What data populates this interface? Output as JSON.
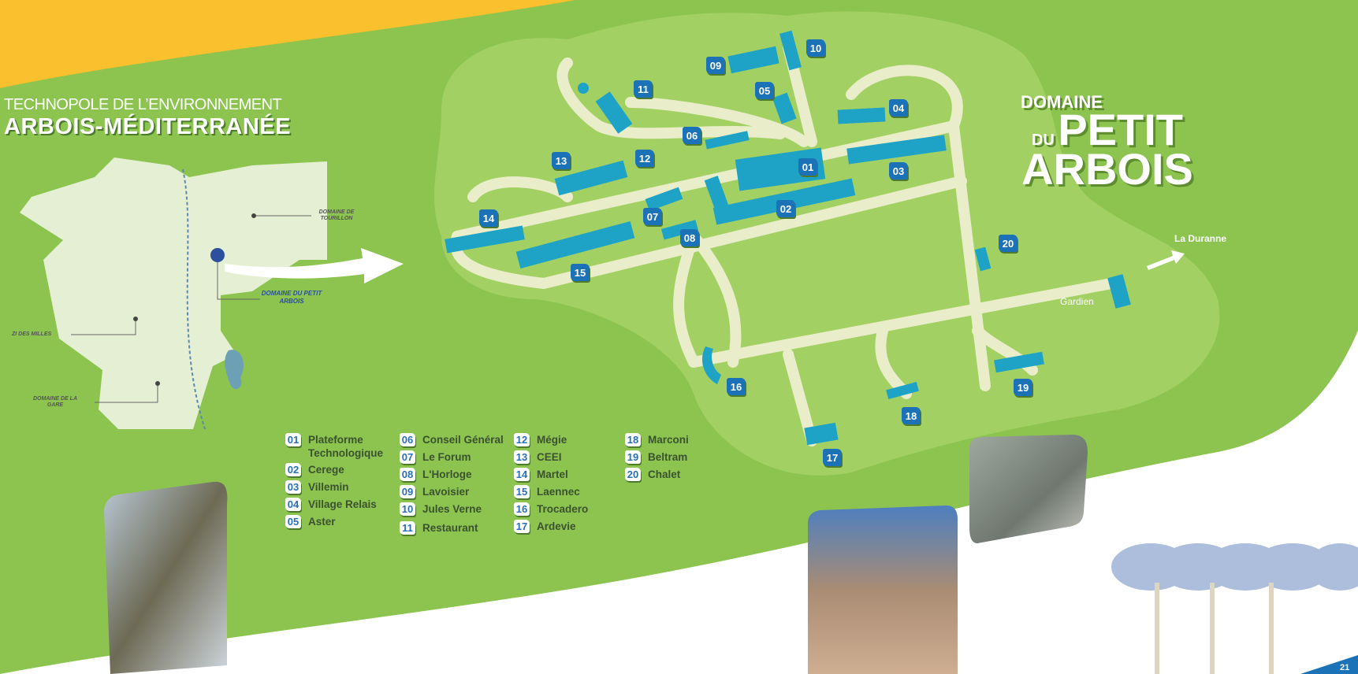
{
  "header": {
    "line1": "TECHNOPOLE DE L’ENVIRONNEMENT",
    "line2": "ARBOIS-MÉDITERRANÉE"
  },
  "domain_title": {
    "line1": "DOMAINE",
    "line2a": "DU",
    "line2b": "PETIT",
    "line3": "ARBOIS"
  },
  "locator_map": {
    "labels": {
      "tourillon": "DOMAINE DE TOURILLON",
      "petit_arbois": "DOMAINE DU PETIT ARBOIS",
      "zi_milles": "ZI DES MILLES",
      "la_gare": "DOMAINE DE LA GARE"
    }
  },
  "map_labels": {
    "la_duranne": "La Duranne",
    "gardien": "Gardien"
  },
  "markers": [
    "01",
    "02",
    "03",
    "04",
    "05",
    "06",
    "07",
    "08",
    "09",
    "10",
    "11",
    "12",
    "13",
    "14",
    "15",
    "16",
    "17",
    "18",
    "19",
    "20"
  ],
  "legend": [
    {
      "num": "01",
      "label": "Plateforme Technologique"
    },
    {
      "num": "02",
      "label": "Cerege"
    },
    {
      "num": "03",
      "label": "Villemin"
    },
    {
      "num": "04",
      "label": "Village Relais"
    },
    {
      "num": "05",
      "label": "Aster"
    },
    {
      "num": "06",
      "label": "Conseil Général"
    },
    {
      "num": "07",
      "label": "Le Forum"
    },
    {
      "num": "08",
      "label": "L'Horloge"
    },
    {
      "num": "09",
      "label": "Lavoisier"
    },
    {
      "num": "10",
      "label": "Jules Verne"
    },
    {
      "num": "11",
      "label": "Restaurant"
    },
    {
      "num": "12",
      "label": "Mégie"
    },
    {
      "num": "13",
      "label": "CEEI"
    },
    {
      "num": "14",
      "label": "Martel"
    },
    {
      "num": "15",
      "label": "Laennec"
    },
    {
      "num": "16",
      "label": "Trocadero"
    },
    {
      "num": "17",
      "label": "Ardevie"
    },
    {
      "num": "18",
      "label": "Marconi"
    },
    {
      "num": "19",
      "label": "Beltram"
    },
    {
      "num": "20",
      "label": "Chalet"
    }
  ],
  "page_number": "21",
  "colors": {
    "green": "#8cc44f",
    "campus": "#a3d063",
    "road": "#e9edc9",
    "building": "#1ea3c6",
    "marker": "#1b72b6",
    "yellow": "#fbc02d"
  }
}
